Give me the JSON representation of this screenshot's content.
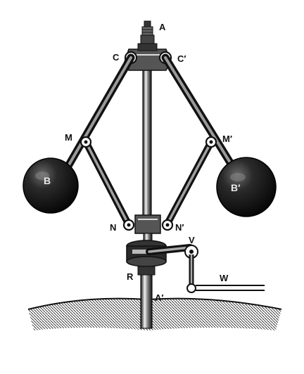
{
  "labels": {
    "A": "A",
    "A_prime": "A′",
    "B": "B",
    "B_prime": "B′",
    "C": "C",
    "C_prime": "C′",
    "M": "M",
    "M_prime": "M′",
    "N": "N",
    "N_prime": "N′",
    "R": "R",
    "V": "V",
    "W": "W"
  },
  "colors": {
    "ink": "#111111",
    "paper": "#ffffff",
    "ball": "#1a1a1a",
    "highlight": "#cfcfcf"
  }
}
